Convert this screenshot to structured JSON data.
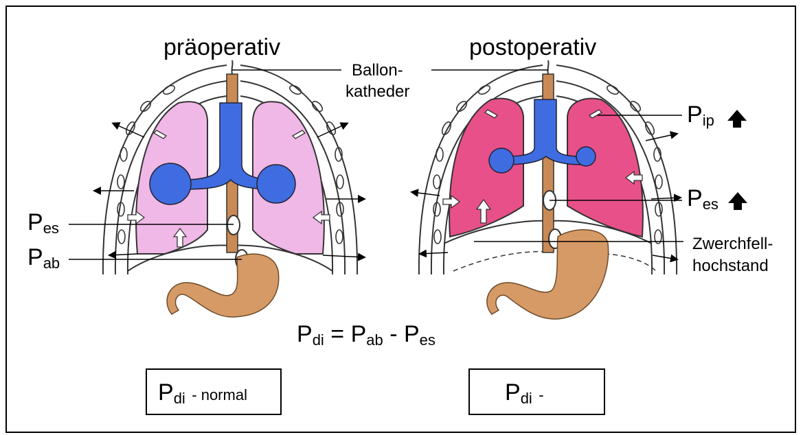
{
  "titles": {
    "left": "präoperativ",
    "right": "postoperativ"
  },
  "labels": {
    "ballon_line1": "Ballon-",
    "ballon_line2": "katheder",
    "zwerchfell_line1": "Zwerchfell-",
    "zwerchfell_line2": "hochstand"
  },
  "pressure_labels": {
    "P": "P",
    "es": "es",
    "ab": "ab",
    "ip": "ip",
    "di": "di"
  },
  "formula": {
    "equals": "=",
    "minus": "-"
  },
  "boxes": {
    "left_suffix": "- normal",
    "right_suffix": "-"
  },
  "icons": {
    "up_arrow": "up-arrow-icon",
    "down_arrow": "down-arrow-icon"
  },
  "colors": {
    "lung_pre": "#f0b8e6",
    "lung_post": "#e8508a",
    "vessel_blue": "#3f6ce0",
    "catheter_brown": "#c98a55",
    "stomach": "#d69a66"
  }
}
